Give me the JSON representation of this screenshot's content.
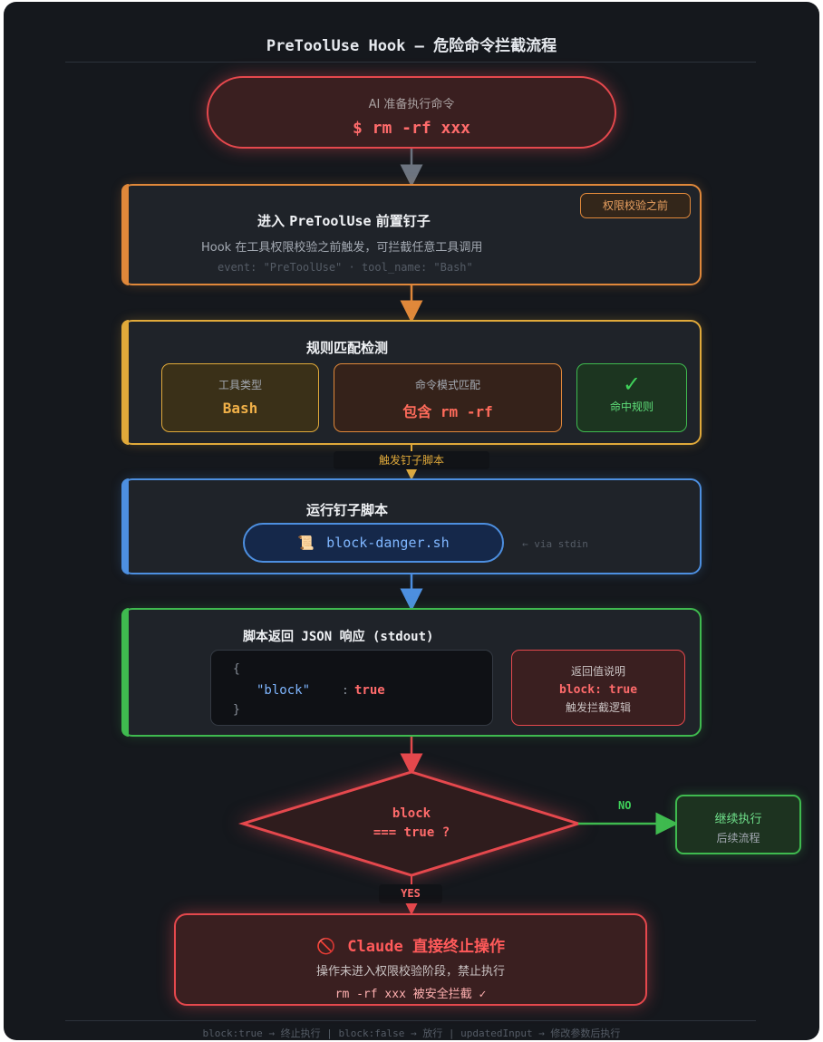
{
  "title": "PreToolUse Hook — 危险命令拦截流程",
  "start": {
    "caption": "AI 准备执行命令",
    "command": "$ rm -rf xxx"
  },
  "step1": {
    "title_prefix": "进入",
    "title_code": "PreToolUse",
    "title_suffix": "前置钉子",
    "desc": "Hook 在工具权限校验之前触发，可拦截任意工具调用",
    "meta": "event: \"PreToolUse\" · tool_name: \"Bash\"",
    "badge": "权限校验之前"
  },
  "step2": {
    "title": "规则匹配检测",
    "tool_type_label": "工具类型",
    "tool_type_value": "Bash",
    "pattern_label": "命令模式匹配",
    "pattern_value": "包含 rm -rf",
    "hit_check": "✓",
    "hit_label": "命中规则"
  },
  "connector_trigger": "触发钉子脚本",
  "step3": {
    "title": "运行钉子脚本",
    "script_icon": "📜",
    "script_name": "block-danger.sh",
    "via": "← via stdin"
  },
  "step4": {
    "title": "脚本返回 JSON 响应 (stdout)",
    "code_open": "{",
    "code_key": "\"block\"",
    "code_colon": ":",
    "code_value": "true",
    "code_close": "}",
    "note_title": "返回值说明",
    "note_key": "block: true",
    "note_desc": "触发拦截逻辑"
  },
  "decision": {
    "line1": "block",
    "line2": "=== true ?"
  },
  "no_label": "NO",
  "yes_label": "YES",
  "continue_box": {
    "line1": "继续执行",
    "line2": "后续流程"
  },
  "end": {
    "icon": "🚫",
    "title": "Claude 直接终止操作",
    "desc": "操作未进入权限校验阶段，禁止执行",
    "result": "rm -rf xxx 被安全拦截 ✓"
  },
  "footer": "block:true → 终止执行 | block:false → 放行 | updatedInput → 修改参数后执行",
  "colors": {
    "red": "#e5484d",
    "orange": "#e0883a",
    "yellow": "#e0a93a",
    "blue": "#4d8fe0",
    "green": "#3fba4f"
  }
}
